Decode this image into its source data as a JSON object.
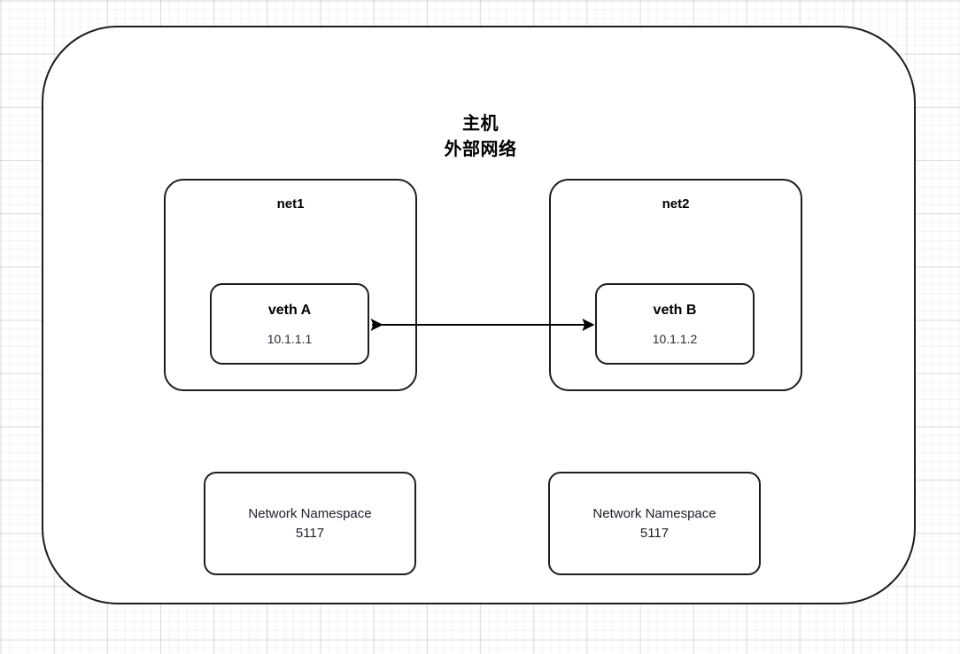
{
  "diagram": {
    "title_lines": [
      "主机",
      "外部网络"
    ],
    "host": {
      "name": "host-container"
    },
    "networks": [
      {
        "label": "net1",
        "veth": {
          "name": "veth A",
          "ip": "10.1.1.1"
        }
      },
      {
        "label": "net2",
        "veth": {
          "name": "veth B",
          "ip": "10.1.1.2"
        }
      }
    ],
    "namespaces": [
      {
        "title": "Network Namespace",
        "id": "5117"
      },
      {
        "title": "Network Namespace",
        "id": "5117"
      }
    ],
    "connector": {
      "name": "veth-pair-link",
      "style": "double-headed-arrow",
      "color": "#000000"
    },
    "colors": {
      "stroke": "#1d1d1d",
      "fill": "#ffffff",
      "grid_minor": "#f0f0f0",
      "grid_major": "#e2e2e2",
      "text": "#000000"
    }
  }
}
